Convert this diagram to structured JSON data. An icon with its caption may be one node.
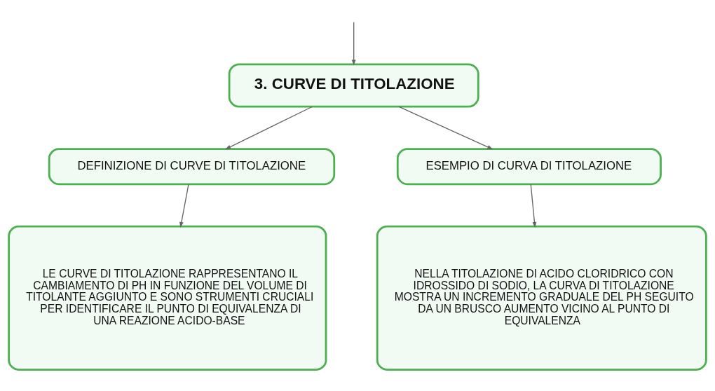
{
  "diagram": {
    "nodes": [
      {
        "text": [
          "3. CURVE DI TITOLAZIONE"
        ]
      },
      {
        "text": [
          "DEFINIZIONE DI CURVE DI TITOLAZIONE"
        ]
      },
      {
        "text": [
          "ESEMPIO DI CURVA DI TITOLAZIONE"
        ]
      },
      {
        "text": [
          "LE CURVE DI TITOLAZIONE RAPPRESENTANO IL CAMBIAMENTO DI PH IN FUNZIONE DEL VOLUME DI TITOLANTE AGGIUNTO E SONO STRUMENTI CRUCIALI PER IDENTIFICARE IL PUNTO DI EQUIVALENZA DI UNA REAZIONE ACIDO-BASE"
        ]
      },
      {
        "text": [
          "NELLA TITOLAZIONE DI ACIDO CLORIDRICO CON IDROSSIDO DI SODIO, LA CURVA DI TITOLAZIONE MOSTRA UN INCREMENTO GRADUALE DEL PH SEGUITO DA UN BRUSCO AUMENTO VICINO AL PUNTO DI EQUIVALENZA"
        ]
      }
    ],
    "edges": [
      {
        "from": null,
        "to": 0,
        "arrow": "to"
      },
      {
        "from": 0,
        "to": 1,
        "arrow": "to"
      },
      {
        "from": 0,
        "to": 2,
        "arrow": "to"
      },
      {
        "from": 1,
        "to": 3,
        "arrow": "to"
      },
      {
        "from": 2,
        "to": 4,
        "arrow": "to"
      }
    ]
  }
}
